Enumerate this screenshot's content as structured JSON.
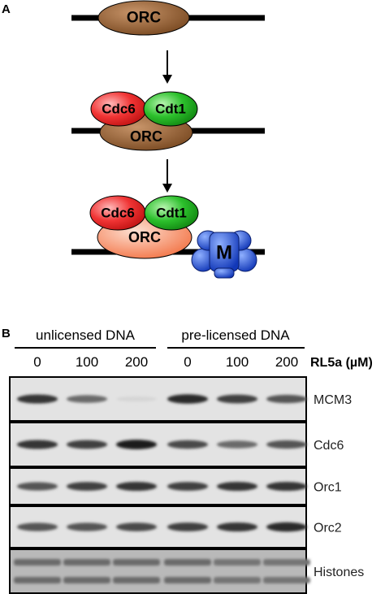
{
  "panel_a": {
    "label": "A",
    "step1": {
      "orc": "ORC"
    },
    "step2": {
      "cdc6": "Cdc6",
      "cdt1": "Cdt1",
      "orc": "ORC"
    },
    "step3": {
      "cdc6": "Cdc6",
      "cdt1": "Cdt1",
      "orc": "ORC",
      "mcm": "M"
    }
  },
  "panel_b": {
    "label": "B",
    "groups": [
      "unlicensed DNA",
      "pre-licensed DNA"
    ],
    "concentrations": [
      "0",
      "100",
      "200",
      "0",
      "100",
      "200"
    ],
    "conc_unit_label": "RL5a (µM)",
    "rows": [
      {
        "name": "MCM3",
        "intensity": [
          0.85,
          0.6,
          0.1,
          0.9,
          0.8,
          0.7
        ]
      },
      {
        "name": "Cdc6",
        "intensity": [
          0.85,
          0.8,
          0.95,
          0.75,
          0.6,
          0.7
        ]
      },
      {
        "name": "Orc1",
        "intensity": [
          0.7,
          0.8,
          0.85,
          0.8,
          0.85,
          0.85
        ]
      },
      {
        "name": "Orc2",
        "intensity": [
          0.7,
          0.7,
          0.75,
          0.8,
          0.85,
          0.9
        ]
      },
      {
        "name": "Histones",
        "intensity": [
          0.6,
          0.6,
          0.6,
          0.6,
          0.55,
          0.55
        ]
      }
    ]
  },
  "colors": {
    "orc_brown": "#8b5a2b",
    "cdc6_red": "#e8262a",
    "cdt1_green": "#1fa51f",
    "orc_salmon": "#f58a5f",
    "mcm_blue": "#1f4fd8"
  }
}
